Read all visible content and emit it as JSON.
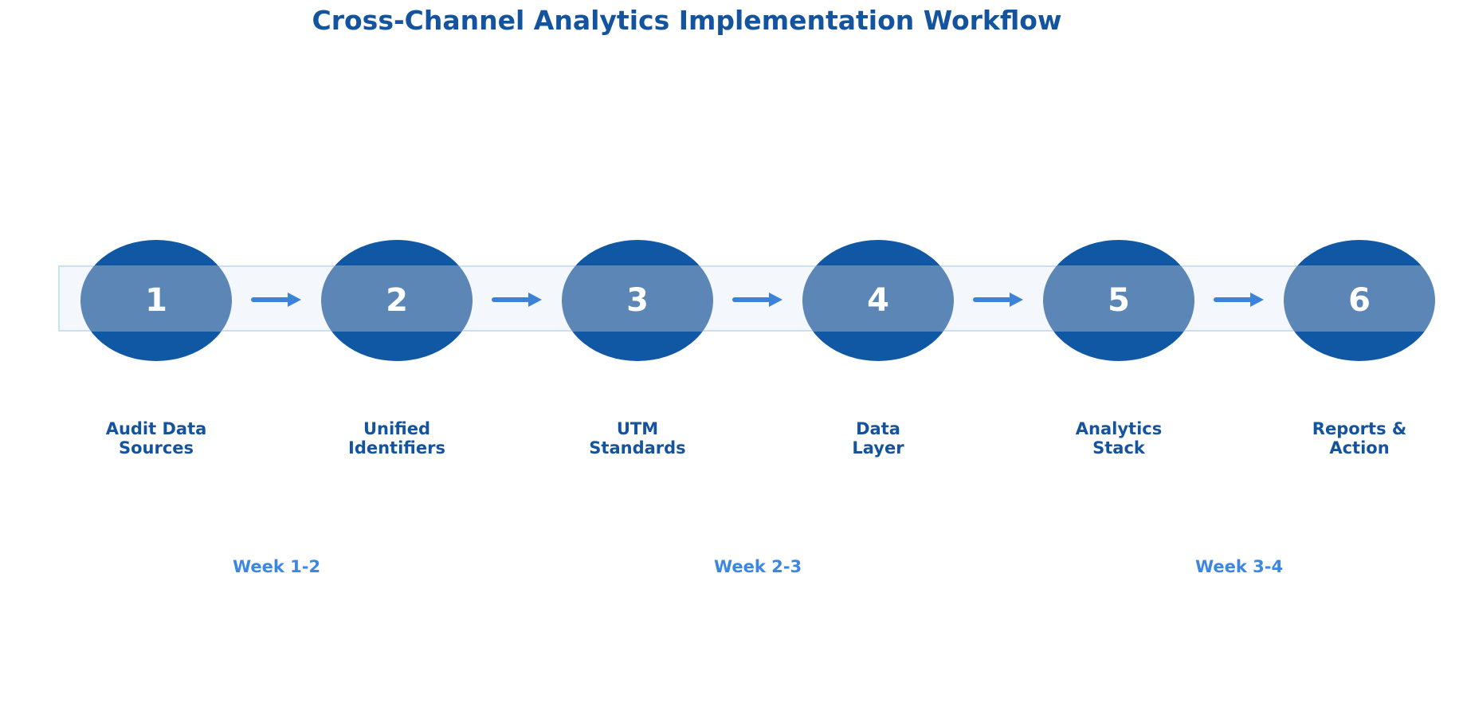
{
  "title": {
    "text": "Cross-Channel Analytics Implementation Workflow"
  },
  "steps": [
    {
      "number": "1",
      "label_line1": "Audit Data",
      "label_line2": "Sources"
    },
    {
      "number": "2",
      "label_line1": "Unified",
      "label_line2": "Identifiers"
    },
    {
      "number": "3",
      "label_line1": "UTM",
      "label_line2": "Standards"
    },
    {
      "number": "4",
      "label_line1": "Data",
      "label_line2": "Layer"
    },
    {
      "number": "5",
      "label_line1": "Analytics",
      "label_line2": "Stack"
    },
    {
      "number": "6",
      "label_line1": "Reports &",
      "label_line2": "Action"
    }
  ],
  "phases": [
    {
      "label": "Week 1-2"
    },
    {
      "label": "Week 2-3"
    },
    {
      "label": "Week 3-4"
    }
  ],
  "colors": {
    "title_text": "#14549e",
    "step_label": "#14549e",
    "week_label": "#3d87e0",
    "circle_dark": "#1158a4",
    "circle_band_overlap": "#5c86b6",
    "band_fill": "#f4f8fd",
    "band_border": "#cddff2",
    "arrow": "#3b82d8",
    "number_text": "#ffffff",
    "background": "#ffffff"
  }
}
